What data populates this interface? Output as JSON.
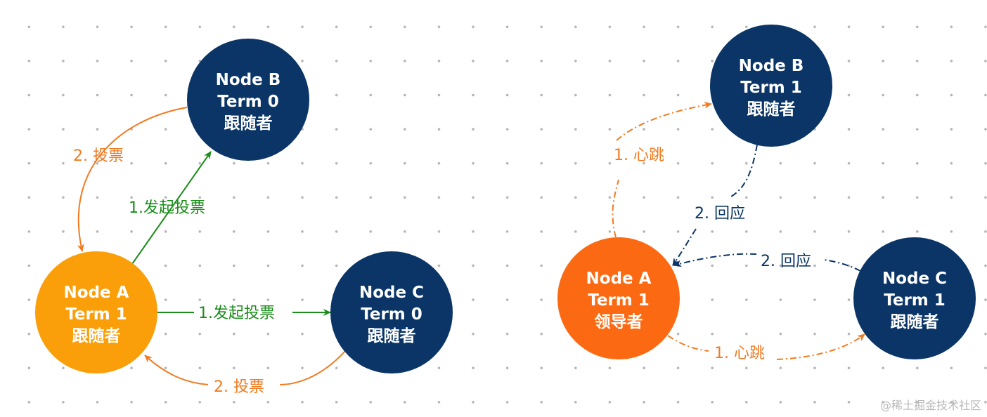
{
  "colors": {
    "navy": "#0a3566",
    "orange_follower": "#fa9e0a",
    "orange_leader": "#fb6a12",
    "arrow_orange": "#f07b22",
    "arrow_green": "#1a8c1a",
    "arrow_navy": "#0a3566"
  },
  "left": {
    "node_b": {
      "line1": "Node B",
      "line2": "Term 0",
      "line3": "跟随者"
    },
    "node_a": {
      "line1": "Node A",
      "line2": "Term 1",
      "line3": "跟随者"
    },
    "node_c": {
      "line1": "Node C",
      "line2": "Term 0",
      "line3": "跟随者"
    },
    "label_vote_top": "2. 投票",
    "label_request_diag": "1.发起投票",
    "label_request_horiz": "1.发起投票",
    "label_vote_bottom": "2. 投票"
  },
  "right": {
    "node_b": {
      "line1": "Node B",
      "line2": "Term 1",
      "line3": "跟随者"
    },
    "node_a": {
      "line1": "Node A",
      "line2": "Term 1",
      "line3": "领导者"
    },
    "node_c": {
      "line1": "Node C",
      "line2": "Term 1",
      "line3": "跟随者"
    },
    "label_heartbeat_top": "1. 心跳",
    "label_reply_b": "2. 回应",
    "label_reply_c": "2. 回应",
    "label_heartbeat_bottom": "1. 心跳"
  },
  "watermark": "@稀土掘金技术社区"
}
